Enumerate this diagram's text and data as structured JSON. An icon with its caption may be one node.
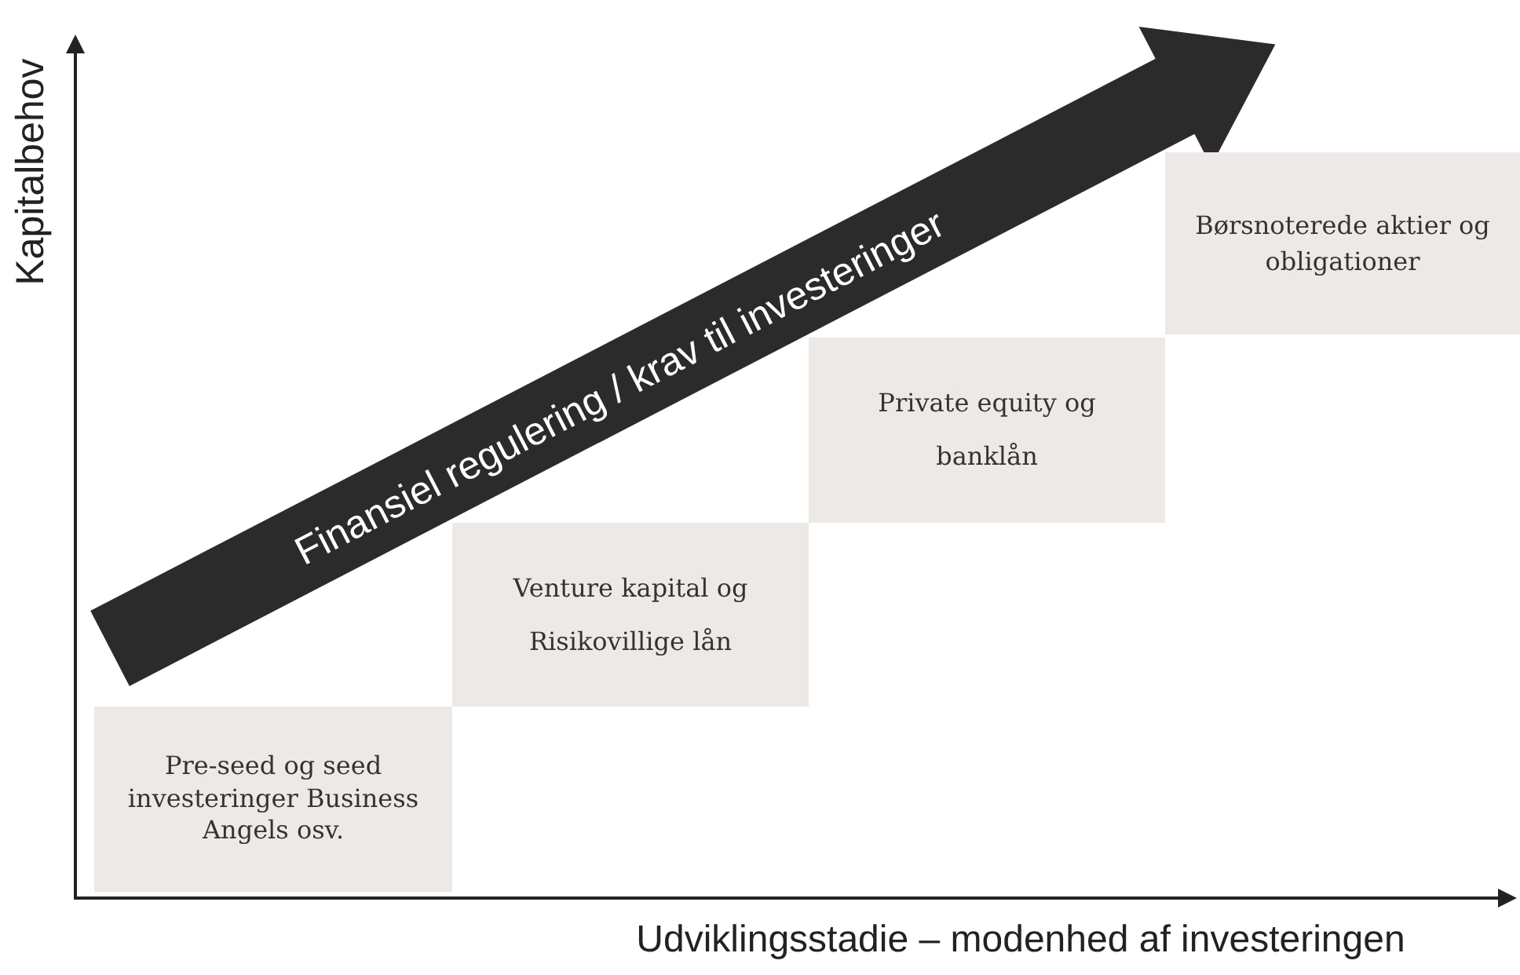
{
  "diagram": {
    "nodes": [
      {
        "text": [
          "Pre-seed og seed investeringer Business Angels osv."
        ]
      },
      {
        "text": [
          "Venture kapital og Risikovillige lån"
        ]
      },
      {
        "text": [
          "Private equity og banklån"
        ]
      },
      {
        "text": [
          "Børsnoterede aktier og obligationer"
        ]
      }
    ],
    "labels": [
      "Kapitalbehov",
      "Udviklingsstadie – modenhed af investeringen",
      "Finansiel regulering / krav til investeringer"
    ]
  }
}
